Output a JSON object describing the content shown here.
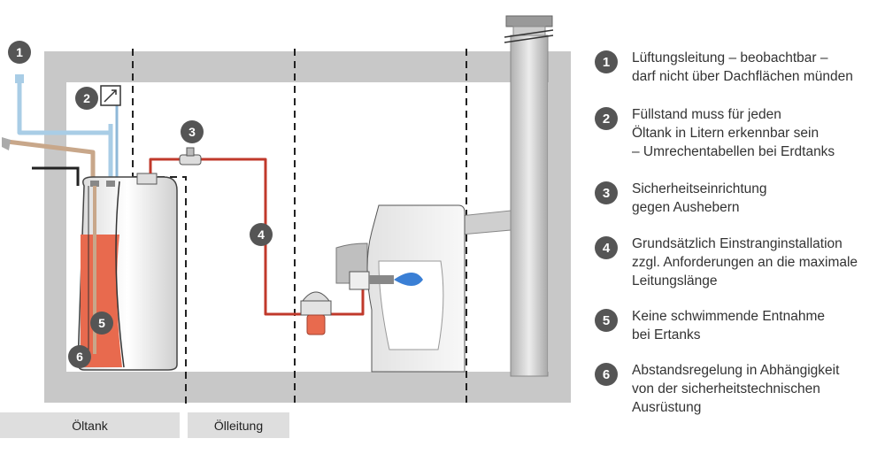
{
  "legend": {
    "items": [
      {
        "number": "1",
        "text": "Lüftungsleitung – beobachtbar –\ndarf nicht über Dachflächen münden"
      },
      {
        "number": "2",
        "text": "Füllstand muss für jeden\nÖltank in Litern erkennbar sein\n–  Umrechentabellen bei Erdtanks"
      },
      {
        "number": "3",
        "text": "Sicherheitseinrichtung\ngegen Aushebern"
      },
      {
        "number": "4",
        "text": "Grundsätzlich Einstranginstallation\nzzgl. Anforderungen an die maximale\nLeitungslänge"
      },
      {
        "number": "5",
        "text": "Keine schwimmende Entnahme\nbei Ertanks"
      },
      {
        "number": "6",
        "text": "Abstandsregelung in Abhängigkeit\nvon der sicherheitstechnischen\nAusrüstung"
      }
    ]
  },
  "captions": {
    "tank": "Öltank",
    "line": "Ölleitung"
  },
  "diagram_badges": [
    "1",
    "2",
    "3",
    "4",
    "5",
    "6"
  ],
  "colors": {
    "badge": "#555555",
    "wall": "#c8c8c8",
    "oil": "#e86a4e",
    "pipe": "#c0392b",
    "vent": "#a9cde6",
    "flame": "#3a7fd5"
  }
}
